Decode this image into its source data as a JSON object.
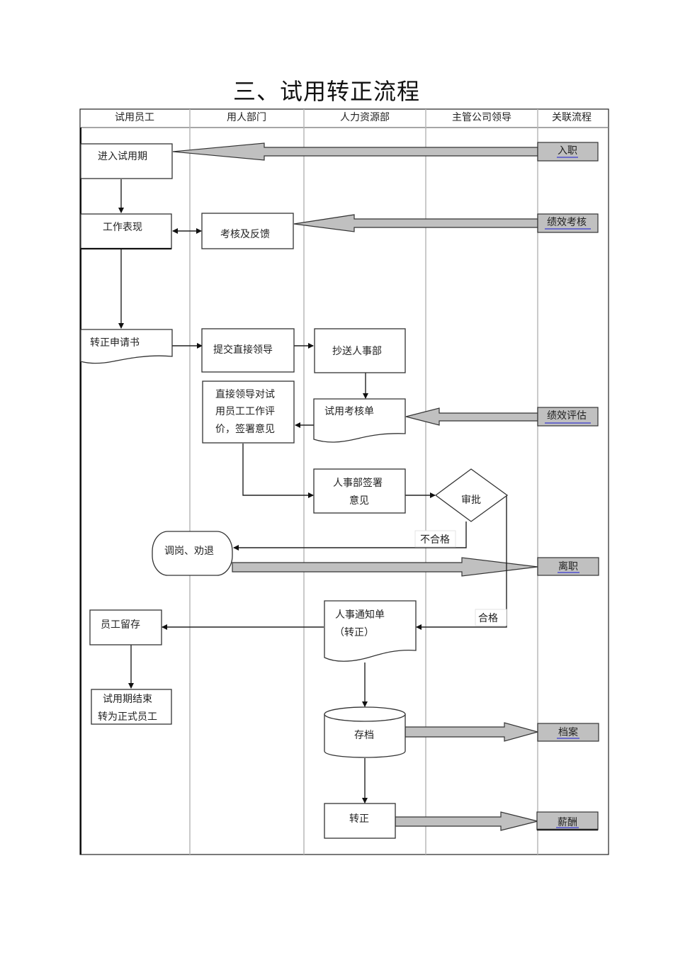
{
  "title": "三、试用转正流程",
  "lanes": [
    {
      "id": "employee",
      "label": "试用员工"
    },
    {
      "id": "dept",
      "label": "用人部门"
    },
    {
      "id": "hr",
      "label": "人力资源部"
    },
    {
      "id": "leader",
      "label": "主管公司领导"
    },
    {
      "id": "related",
      "label": "关联流程"
    }
  ],
  "nodes": {
    "enter_probation": {
      "lines": [
        "进入试用期"
      ],
      "lane": "employee",
      "shape": "rect"
    },
    "work_performance": {
      "lines": [
        "工作表现"
      ],
      "lane": "employee",
      "shape": "rect"
    },
    "assess_feedback": {
      "lines": [
        "考核及反馈"
      ],
      "lane": "dept",
      "shape": "rect"
    },
    "application": {
      "lines": [
        "转正申请书"
      ],
      "lane": "employee",
      "shape": "document"
    },
    "submit_leader": {
      "lines": [
        "提交直接领导"
      ],
      "lane": "dept",
      "shape": "rect"
    },
    "cc_hr": {
      "lines": [
        "抄送人事部"
      ],
      "lane": "hr",
      "shape": "rect"
    },
    "leader_eval": {
      "lines": [
        "直接领导对试",
        "用员工工作评",
        "价，签署意见"
      ],
      "lane": "dept",
      "shape": "rect"
    },
    "assess_form": {
      "lines": [
        "试用考核单"
      ],
      "lane": "hr",
      "shape": "document"
    },
    "hr_sign": {
      "lines": [
        "人事部签署",
        "意见"
      ],
      "lane": "hr",
      "shape": "rect"
    },
    "approval": {
      "lines": [
        "审批"
      ],
      "lane": "leader",
      "shape": "diamond"
    },
    "transfer_dismiss": {
      "lines": [
        "调岗、劝退"
      ],
      "lane": "employee",
      "shape": "terminal"
    },
    "hr_notice": {
      "lines": [
        "人事通知单",
        "（转正）"
      ],
      "lane": "hr",
      "shape": "document"
    },
    "employee_keep": {
      "lines": [
        "员工留存"
      ],
      "lane": "employee",
      "shape": "rect"
    },
    "probation_end": {
      "lines": [
        "试用期结束",
        "转为正式员工"
      ],
      "lane": "employee",
      "shape": "rect"
    },
    "archive": {
      "lines": [
        "存档"
      ],
      "lane": "hr",
      "shape": "cylinder"
    },
    "regularize": {
      "lines": [
        "转正"
      ],
      "lane": "hr",
      "shape": "rect"
    }
  },
  "related_processes": {
    "onboarding": "入职",
    "performance_review": "绩效考核",
    "performance_eval": "绩效评估",
    "resignation": "离职",
    "archives": "档案",
    "salary": "薪酬"
  },
  "edge_labels": {
    "fail": "不合格",
    "pass": "合格"
  },
  "colors": {
    "line": "#333333",
    "lane_divider": "#b8b8b8",
    "related_fill": "#c0c0c0",
    "big_arrow_fill": "#c0c0c0",
    "link_underline": "#3a3ad0"
  }
}
